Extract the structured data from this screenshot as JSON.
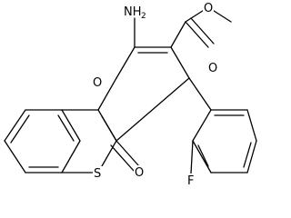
{
  "molecule": {
    "atoms": {
      "nh2_main": "NH",
      "nh2_sub": "2",
      "ring_oxygen": "O",
      "ester_ether_oxygen": "O",
      "ester_carbonyl_oxygen": "O",
      "thio_sulfur": "S",
      "ketone_oxygen": "O",
      "fluorine": "F"
    }
  }
}
